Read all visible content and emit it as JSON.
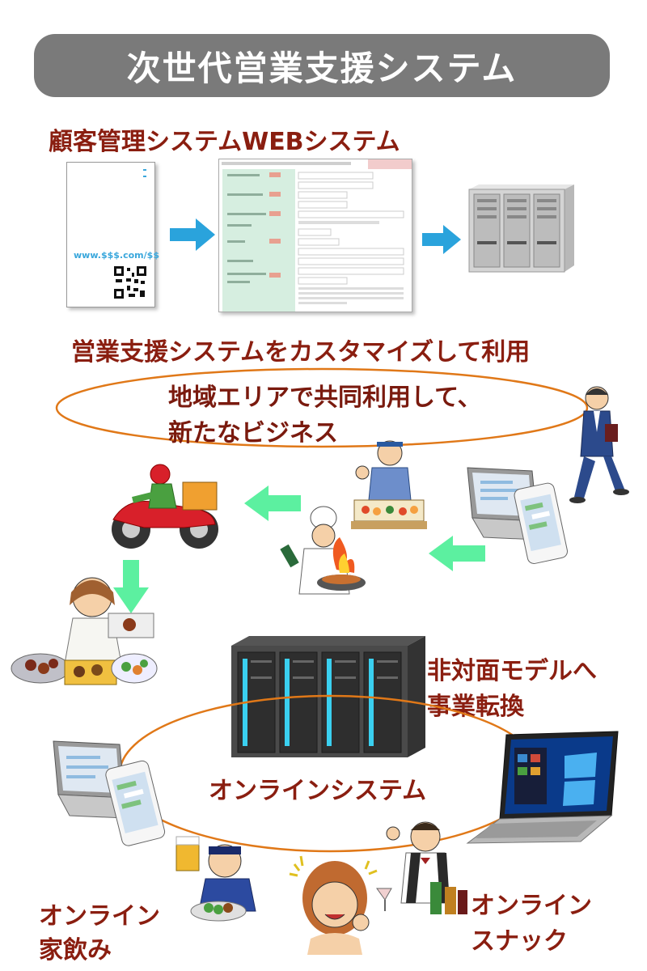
{
  "banner": {
    "title": "次世代営業支援システム"
  },
  "section1": {
    "title": "顧客管理システムWEBシステム",
    "flyer_url": "www.$$$.com/$$"
  },
  "section2": {
    "title": "営業支援システムをカスタマイズして利用",
    "ellipse_line1": "地域エリアで共同利用して、",
    "ellipse_line2": "新たなビジネス"
  },
  "section3": {
    "nonface_line1": "非対面モデルへ",
    "nonface_line2": "事業転換",
    "online_system": "オンラインシステム",
    "home_line1": "オンライン",
    "home_line2": "家飲み",
    "snack_line1": "オンライン",
    "snack_line2": "スナック"
  },
  "colors": {
    "banner": "#7a7a7a",
    "heading_red": "#8a1e10",
    "arrow_blue": "#2aa3dc",
    "arrow_green": "#5cf0a0",
    "ellipse_orange": "#e07818"
  }
}
